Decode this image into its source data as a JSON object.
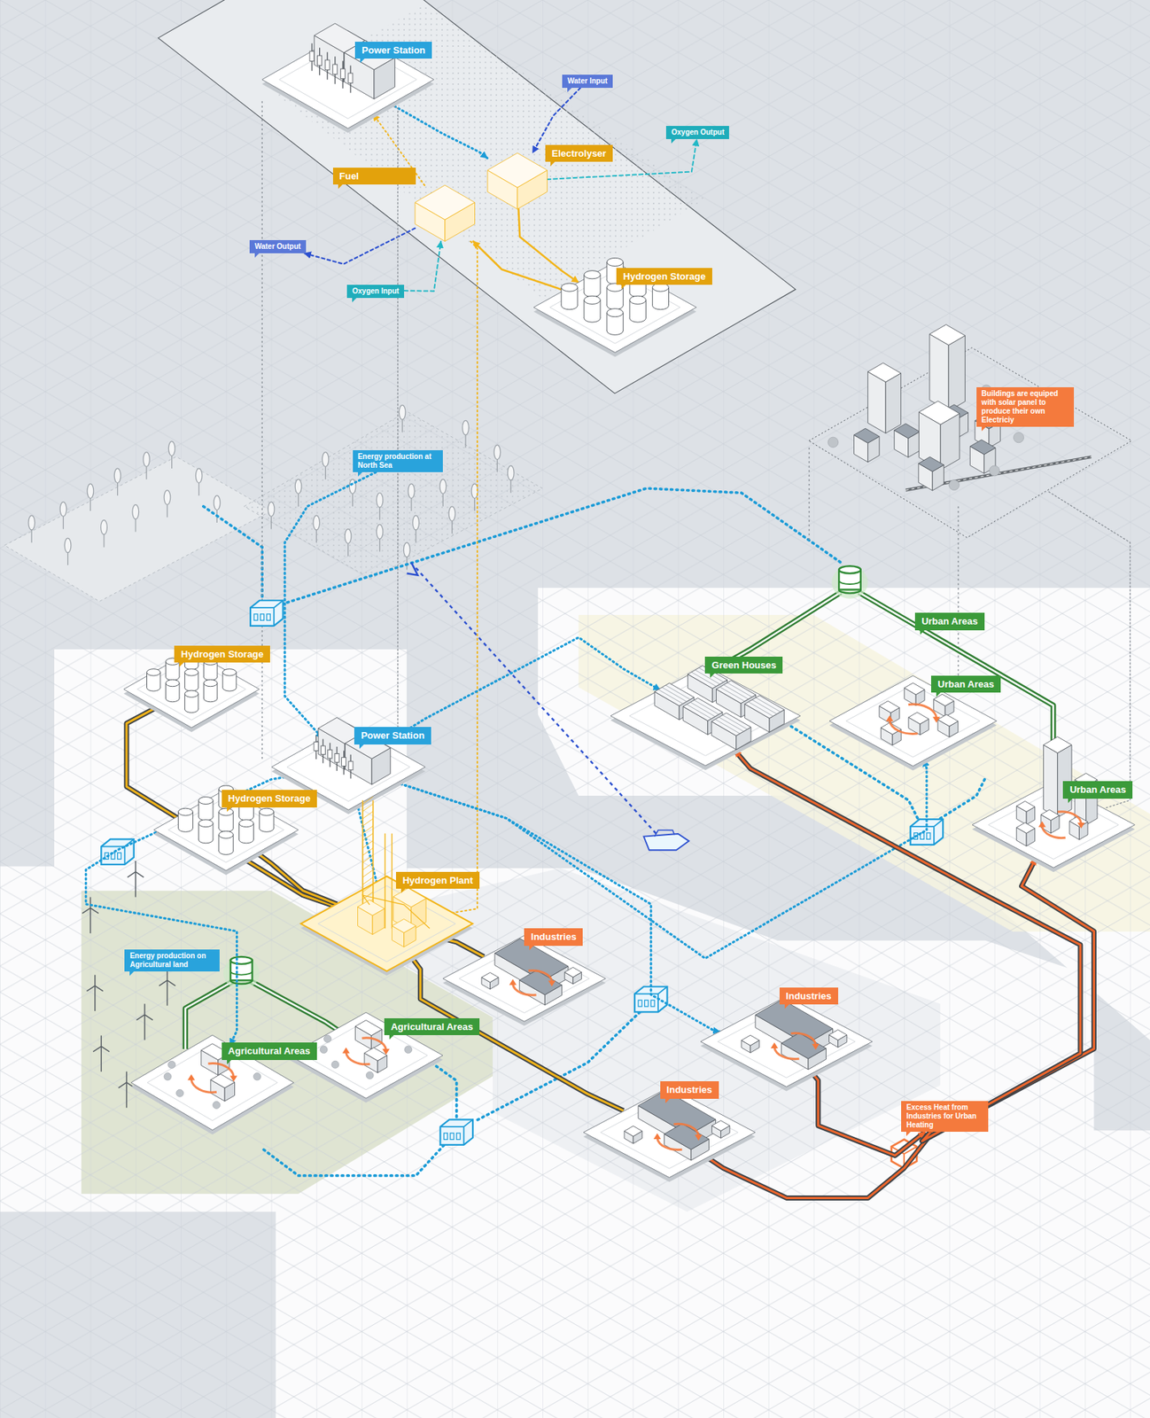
{
  "diagram": {
    "nodes": [
      {
        "text": [
          "Power Station"
        ]
      },
      {
        "text": [
          "Water Input"
        ]
      },
      {
        "text": [
          "Oxygen Output"
        ]
      },
      {
        "text": [
          "Electrolyser"
        ]
      },
      {
        "text": [
          "Fuel"
        ]
      },
      {
        "text": [
          "Water Output"
        ]
      },
      {
        "text": [
          "Hydrogen Storage"
        ]
      },
      {
        "text": [
          "Oxygen Input"
        ]
      },
      {
        "text": [
          "Buildings are equiped with solar panel to produce their own Electriciy"
        ]
      },
      {
        "text": [
          "Energy production at North Sea"
        ]
      },
      {
        "text": [
          "Urban Areas"
        ]
      },
      {
        "text": [
          "Hydrogen Storage"
        ]
      },
      {
        "text": [
          "Green Houses"
        ]
      },
      {
        "text": [
          "Urban Areas"
        ]
      },
      {
        "text": [
          "Power Station"
        ]
      },
      {
        "text": [
          "Urban Areas"
        ]
      },
      {
        "text": [
          "Hydrogen Storage"
        ]
      },
      {
        "text": [
          "Hydrogen Plant"
        ]
      },
      {
        "text": [
          "Industries"
        ]
      },
      {
        "text": [
          "Energy production on Agricultural land"
        ]
      },
      {
        "text": [
          "Industries"
        ]
      },
      {
        "text": [
          "Agricultural Areas"
        ]
      },
      {
        "text": [
          "Agricultural Areas"
        ]
      },
      {
        "text": [
          "Industries"
        ]
      },
      {
        "text": [
          "Excess Heat from Industries for Urban Heating"
        ]
      }
    ],
    "edges": [
      {
        "from": 1,
        "to": 3,
        "arrow": "to"
      },
      {
        "from": 3,
        "to": 2,
        "arrow": "to"
      },
      {
        "from": 0,
        "to": 3,
        "arrow": "to"
      },
      {
        "from": 3,
        "to": 6,
        "arrow": "to"
      },
      {
        "from": 6,
        "to": 4,
        "arrow": "to"
      },
      {
        "from": 4,
        "to": 0,
        "arrow": "to"
      },
      {
        "from": 7,
        "to": 4,
        "arrow": "to"
      },
      {
        "from": 4,
        "to": 5,
        "arrow": "to"
      },
      {
        "from": 0,
        "to": 14,
        "arrow": "none"
      },
      {
        "from": 4,
        "to": 17,
        "arrow": "none"
      },
      {
        "from": 9,
        "to": 14,
        "arrow": "to"
      },
      {
        "from": 14,
        "to": 12,
        "arrow": "to"
      },
      {
        "from": 14,
        "to": 13,
        "arrow": "to"
      },
      {
        "from": 11,
        "to": 17,
        "arrow": "none"
      },
      {
        "from": 17,
        "to": 18,
        "arrow": "none"
      },
      {
        "from": 17,
        "to": 23,
        "arrow": "none"
      },
      {
        "from": 14,
        "to": 17,
        "arrow": "none"
      },
      {
        "from": 20,
        "to": 24,
        "arrow": "to"
      },
      {
        "from": 23,
        "to": 24,
        "arrow": "to"
      },
      {
        "from": 24,
        "to": 15,
        "arrow": "to"
      },
      {
        "from": 24,
        "to": 12,
        "arrow": "to"
      },
      {
        "from": 14,
        "to": 22,
        "arrow": "to"
      },
      {
        "from": 14,
        "to": 20,
        "arrow": "to"
      },
      {
        "from": 8,
        "to": 15,
        "arrow": "none"
      },
      {
        "from": 16,
        "to": 17,
        "arrow": "none"
      }
    ]
  }
}
